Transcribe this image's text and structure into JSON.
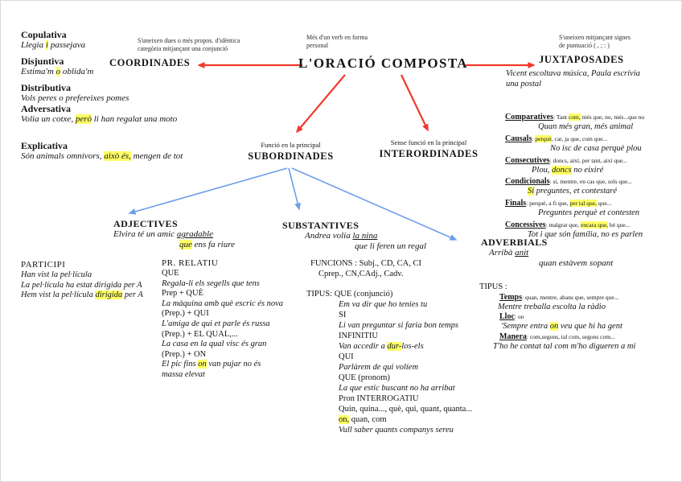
{
  "colors": {
    "highlight": "#ffff66",
    "arrow_red": "#f0392c",
    "arrow_blue": "#6d9eeb",
    "text": "#141414"
  },
  "title": {
    "text": "L'ORACIÓ COMPOSTA",
    "note1": "Més d'un verb en forma",
    "note2": "personal"
  },
  "coordinades": {
    "header": "COORDINADES",
    "note1": "S'uneixen dues o més propos. d'idèntica",
    "note2": "categòria mitjançant una conjunció",
    "types": [
      {
        "label": "Copulativa",
        "pre": "Llegia ",
        "hl": "i",
        "post": " passejava"
      },
      {
        "label": "Disjuntiva",
        "pre": "Estima'm ",
        "hl": "o",
        "post": " oblida'm"
      },
      {
        "label": "Distributiva",
        "pre": "Vols peres o prefereixes pomes",
        "hl": "",
        "post": ""
      },
      {
        "label": "Adversativa",
        "pre": "Volia un cotxe, ",
        "hl": "però",
        "post": " li han regalat una moto"
      },
      {
        "label": "Explicativa",
        "pre": "Són animals omnívors, ",
        "hl": "això és,",
        "post": " mengen de tot"
      }
    ]
  },
  "juxtaposades": {
    "header": "JUXTAPOSADES",
    "note1": "S'uneixen mitjançant signes",
    "note2": "de puntuació ( , ; : )",
    "ex1": "Vicent escoltava música, Paula escrivia",
    "ex2": "una postal"
  },
  "subordinades": {
    "note": "Funció en la principal",
    "header": "SUBORDINADES"
  },
  "interordinades": {
    "note": "Sense funció en la principal",
    "header": "INTERORDINADES",
    "types": [
      {
        "label": "Comparatives",
        "c_pre": ": Tant ",
        "c_hl": "com,",
        "c_post": " més que, no, més...que no",
        "e_pre": "Quan més gran, més animal",
        "e_hl": "",
        "e_post": ""
      },
      {
        "label": "Causals",
        "c_pre": ": ",
        "c_hl": "perquè",
        "c_post": ", car, ja que, com que...",
        "e_pre": "No isc de casa perquè plou",
        "e_hl": "",
        "e_post": ""
      },
      {
        "label": "Consecutives",
        "c_pre": ": doncs, així, per tant, així que...",
        "c_hl": "",
        "c_post": "",
        "e_pre": "Plou, ",
        "e_hl": "doncs",
        "e_post": " no eixiré"
      },
      {
        "label": "Condicionals",
        "c_pre": ": si, mentre, en cas que, sols que...",
        "c_hl": "",
        "c_post": "",
        "e_pre": "",
        "e_hl": "Si",
        "e_post": " preguntes, et contestaré"
      },
      {
        "label": "Finals",
        "c_pre": ": perquè, a fi que, ",
        "c_hl": "per tal que,",
        "c_post": " que...",
        "e_pre": "Preguntes perquè et contesten",
        "e_hl": "",
        "e_post": ""
      },
      {
        "label": "Concessives",
        "c_pre": ": malgrat que, ",
        "c_hl": "encara que,",
        "c_post": " bé que...",
        "e_pre": "Tot i que són família, no es parlen",
        "e_hl": "",
        "e_post": ""
      }
    ]
  },
  "adjectives": {
    "header": "ADJECTIVES",
    "ex1_pre": "Elvira té un amic ",
    "ex1_u": "agradable",
    "ex2_hl": "que",
    "ex2_post": " ens fa riure",
    "participi": {
      "header": "PARTICIPI",
      "l1": "Han vist la pel·lícula",
      "l2": "La pel·lícula ha estat dirigida per A",
      "l3_pre": "Hem vist la pel·lícula ",
      "l3_hl": "dirigida",
      "l3_post": " per A"
    },
    "relatiu": {
      "header": "PR. RELATIU",
      "f1": "QUE",
      "e1": "Regala-li els segells que tens",
      "f2": "Prep + QUÈ",
      "e2": "La màquina amb què escric és nova",
      "f3": "(Prep.) + QUI",
      "e3": "L'amiga de qui et parle és russa",
      "f4": "(Prep.) + EL QUAL,...",
      "e4": "La casa en la qual visc és gran",
      "f5": "(Prep.) + ON",
      "e5_pre": "El pic fins ",
      "e5_hl": "on",
      "e5_post": " van pujar no és",
      "e5_l2": "massa elevat"
    }
  },
  "substantives": {
    "header": "SUBSTANTIVES",
    "ex1_pre": "Andrea volia ",
    "ex1_u": "la nina",
    "ex2": "que li feren un regal",
    "funcions1": "FUNCIONS : Subj., CD, CA, CI",
    "funcions2": "Cprep., CN,CAdj., Cadv.",
    "tipus_label": "TIPUS:",
    "t1": "QUE (conjunció)",
    "te1": "Em va dir que ho tenies tu",
    "t2": "SI",
    "te2": "Li van preguntar si faria bon temps",
    "t3": "INFINITIU",
    "te3_pre": "Van accedir a ",
    "te3_hl": "dur-",
    "te3_post": "los-els",
    "t4": "QUI",
    "te4": "Parlàrem de qui volíem",
    "t5": "QUE (pronom)",
    "te5": "La que estic buscant no ha arribat",
    "t6": "Pron INTERROGATIU",
    "t6_l1": "Quin, quina..., què, qui, quant, quanta...",
    "t6_hl": "on,",
    "t6_post": " quan, com",
    "te6": "Vull saber quants companys sereu"
  },
  "adverbials": {
    "header": "ADVERBIALS",
    "ex1_pre": "Arribà ",
    "ex1_u": "anit",
    "ex2": "quan estàvem sopant",
    "tipus_label": "TIPUS :",
    "types": [
      {
        "label": "Temps",
        "c_pre": ": quan, mentre, abans que, sempre que...",
        "e_pre": "Mentre treballa escolta la ràdio",
        "e_hl": "",
        "e_post": ""
      },
      {
        "label": "Lloc",
        "c_pre": ": on",
        "e_pre": "'Sempre entra ",
        "e_hl": "on",
        "e_post": " veu que hi ha gent"
      },
      {
        "label": "Manera",
        "c_pre": ": com,segons, tal com, segons com...",
        "e_pre": "T'ho he contat tal com m'ho digueren a mi",
        "e_hl": "",
        "e_post": ""
      }
    ]
  }
}
